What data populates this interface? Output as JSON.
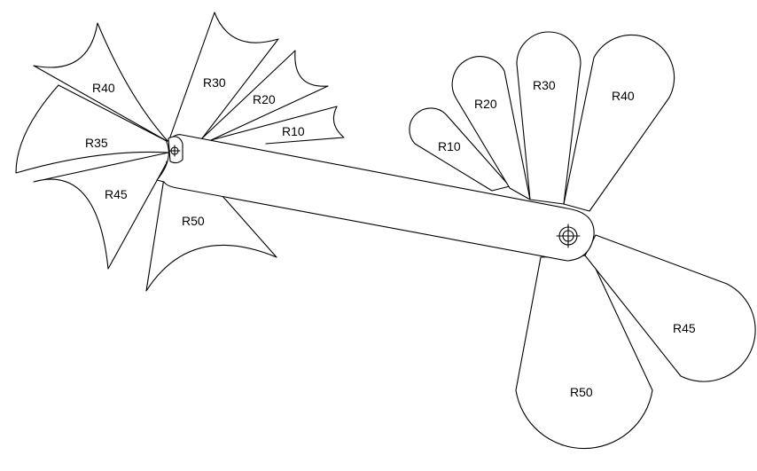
{
  "left_gauge": {
    "labels": {
      "r40": "R40",
      "r35": "R35",
      "r45": "R45",
      "r30": "R30",
      "r20": "R20",
      "r10": "R10",
      "r50": "R50"
    }
  },
  "right_gauge": {
    "labels": {
      "r10": "R10",
      "r20": "R20",
      "r30": "R30",
      "r40": "R40",
      "r45": "R45",
      "r50": "R50"
    }
  }
}
